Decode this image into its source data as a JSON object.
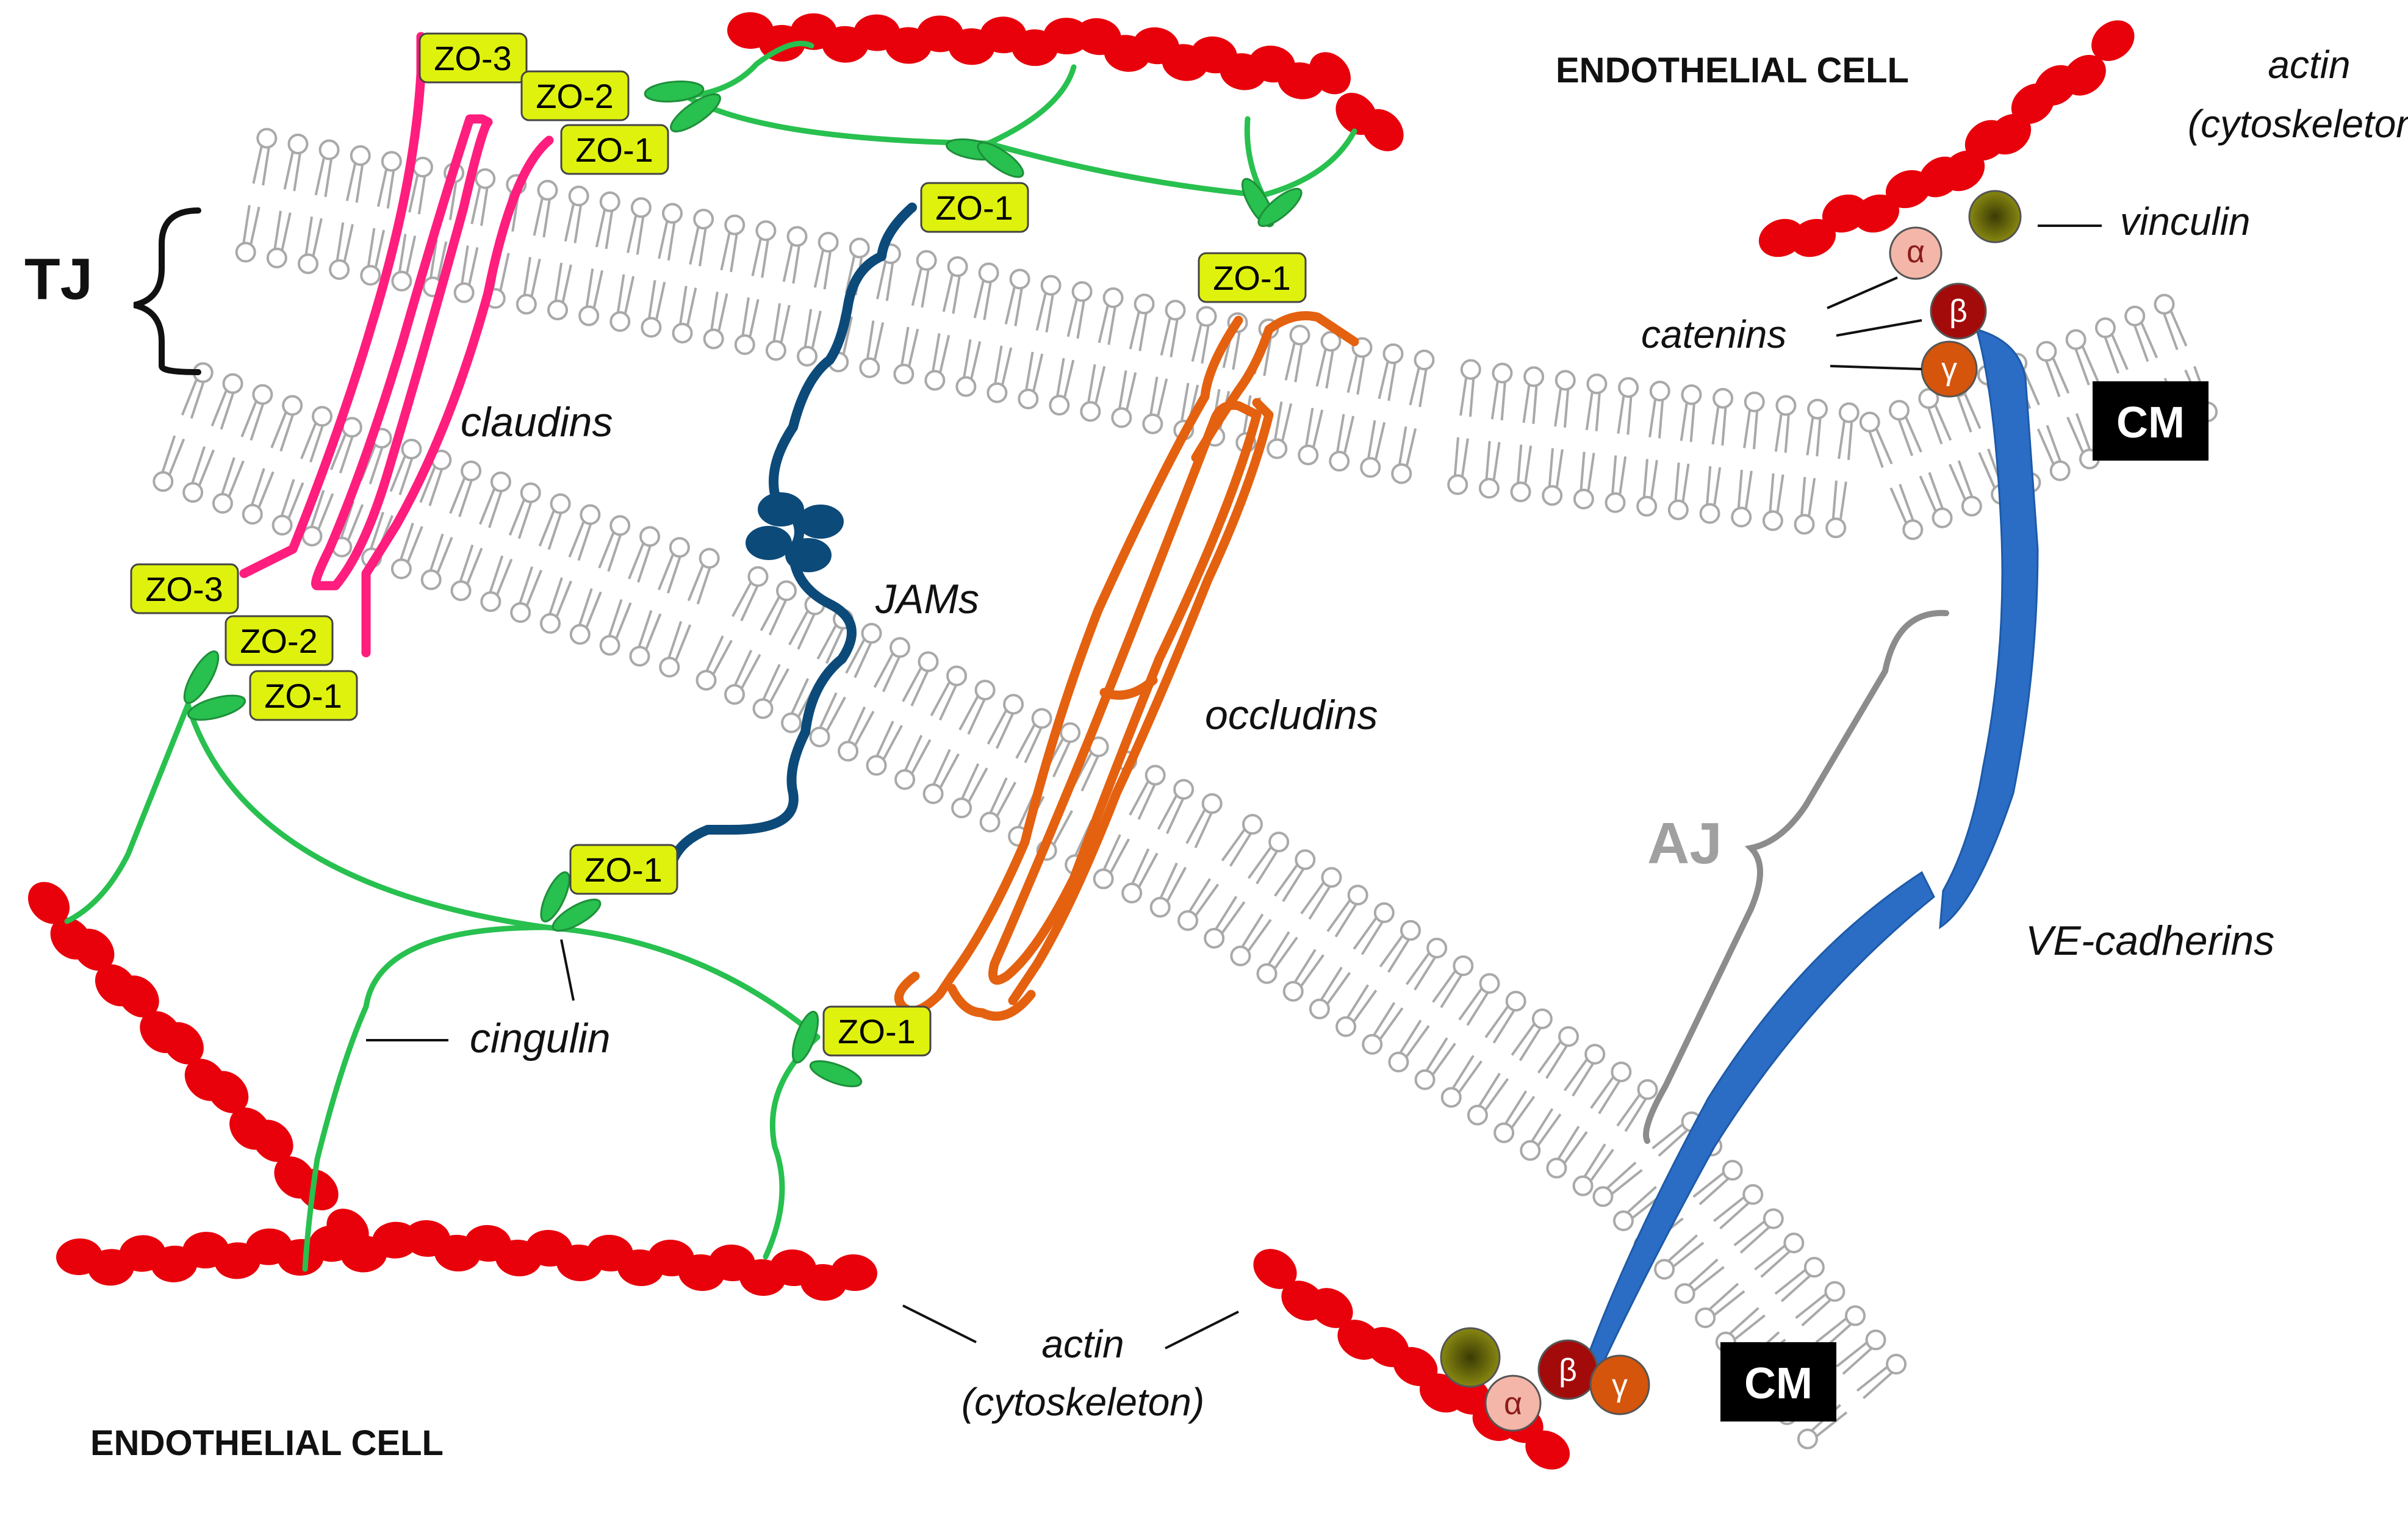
{
  "cells": {
    "top": "ENDOTHELIAL CELL",
    "bottom": "ENDOTHELIAL CELL"
  },
  "junctions": {
    "tj": "TJ",
    "aj": "AJ"
  },
  "membrane": {
    "label": "CM"
  },
  "proteins": {
    "claudins": "claudins",
    "jams": "JAMs",
    "occludins": "occludins",
    "ve_cadherins": "VE-cadherins",
    "cingulin": "cingulin",
    "vinculin": "vinculin",
    "catenins": "catenins"
  },
  "actin": {
    "line1": "actin",
    "line2": "(cytoskeleton)"
  },
  "zo": {
    "zo1": "ZO-1",
    "zo2": "ZO-2",
    "zo3": "ZO-3"
  },
  "catenin_symbols": {
    "alpha": "α",
    "beta": "β",
    "gamma": "γ"
  },
  "colors": {
    "actin": "#e8000b",
    "claudin": "#ff1d7e",
    "jam": "#0c4a79",
    "occludin": "#e46110",
    "cadherin": "#2b6cc4",
    "cingulin": "#28c04f",
    "zo_fill": "#dff20e",
    "lipid": "#a9a9a9",
    "alpha": "#f4b6a8",
    "beta": "#a30b0b",
    "gamma": "#d4550b",
    "vinculin": "#7a7a0c"
  }
}
